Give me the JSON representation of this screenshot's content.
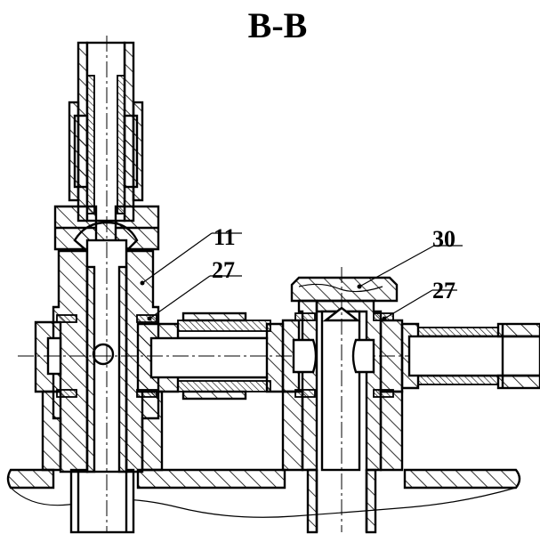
{
  "section_title": "B-B",
  "callouts": {
    "part_11": "11",
    "part_27_left": "27",
    "part_30": "30",
    "part_27_right": "27"
  }
}
